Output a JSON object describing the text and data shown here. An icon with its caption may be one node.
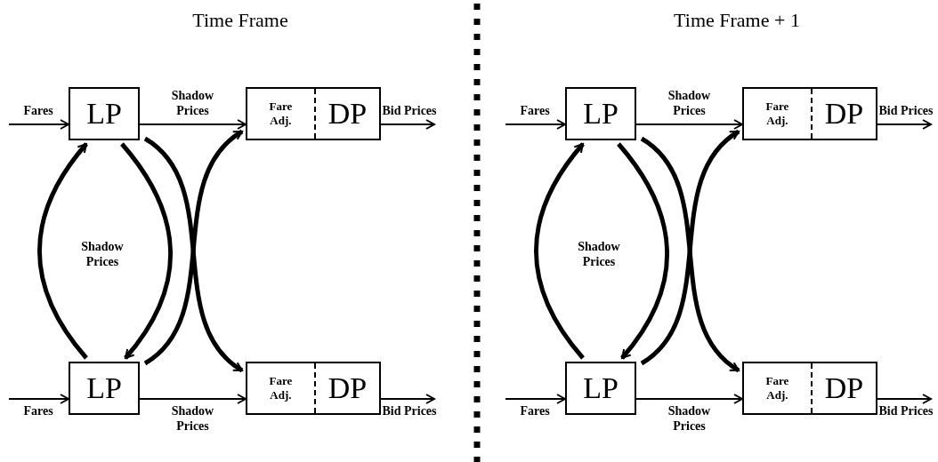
{
  "diagram": {
    "nodes": [
      {
        "text": [
          "LP"
        ]
      },
      {
        "text": [
          "Fare Adj.",
          "DP"
        ]
      },
      {
        "text": [
          "LP"
        ]
      },
      {
        "text": [
          "Fare Adj.",
          "DP"
        ]
      },
      {
        "text": [
          "LP"
        ]
      },
      {
        "text": [
          "Fare Adj.",
          "DP"
        ]
      },
      {
        "text": [
          "LP"
        ]
      },
      {
        "text": [
          "Fare Adj.",
          "DP"
        ]
      }
    ],
    "edges": [
      {
        "from": null,
        "to": 0,
        "arrow": "to",
        "label": "Fares"
      },
      {
        "from": 0,
        "to": 1,
        "arrow": "to",
        "label": "Shadow Prices"
      },
      {
        "from": 1,
        "to": null,
        "arrow": "to",
        "label": "Bid Prices"
      },
      {
        "from": 0,
        "to": 2,
        "arrow": "to",
        "style": "thick"
      },
      {
        "from": 2,
        "to": 0,
        "arrow": "to",
        "style": "thick"
      },
      {
        "from": 0,
        "to": 3,
        "arrow": "to",
        "style": "thick"
      },
      {
        "from": 2,
        "to": 1,
        "arrow": "to",
        "style": "thick"
      },
      {
        "from": null,
        "to": 2,
        "arrow": "to",
        "label": "Fares"
      },
      {
        "from": 2,
        "to": 3,
        "arrow": "to",
        "label": "Shadow Prices"
      },
      {
        "from": 3,
        "to": null,
        "arrow": "to",
        "label": "Bid Prices"
      },
      {
        "from": null,
        "to": 4,
        "arrow": "to",
        "label": "Fares"
      },
      {
        "from": 4,
        "to": 5,
        "arrow": "to",
        "label": "Shadow Prices"
      },
      {
        "from": 5,
        "to": null,
        "arrow": "to",
        "label": "Bid Prices"
      },
      {
        "from": 4,
        "to": 6,
        "arrow": "to",
        "style": "thick"
      },
      {
        "from": 6,
        "to": 4,
        "arrow": "to",
        "style": "thick"
      },
      {
        "from": 4,
        "to": 7,
        "arrow": "to",
        "style": "thick"
      },
      {
        "from": 6,
        "to": 5,
        "arrow": "to",
        "style": "thick"
      },
      {
        "from": null,
        "to": 6,
        "arrow": "to",
        "label": "Fares"
      },
      {
        "from": 6,
        "to": 7,
        "arrow": "to",
        "label": "Shadow Prices"
      },
      {
        "from": 7,
        "to": null,
        "arrow": "to",
        "label": "Bid Prices"
      }
    ],
    "labels": [
      "Time Frame",
      "Shadow Prices",
      "Time Frame + 1",
      "Shadow Prices"
    ]
  }
}
